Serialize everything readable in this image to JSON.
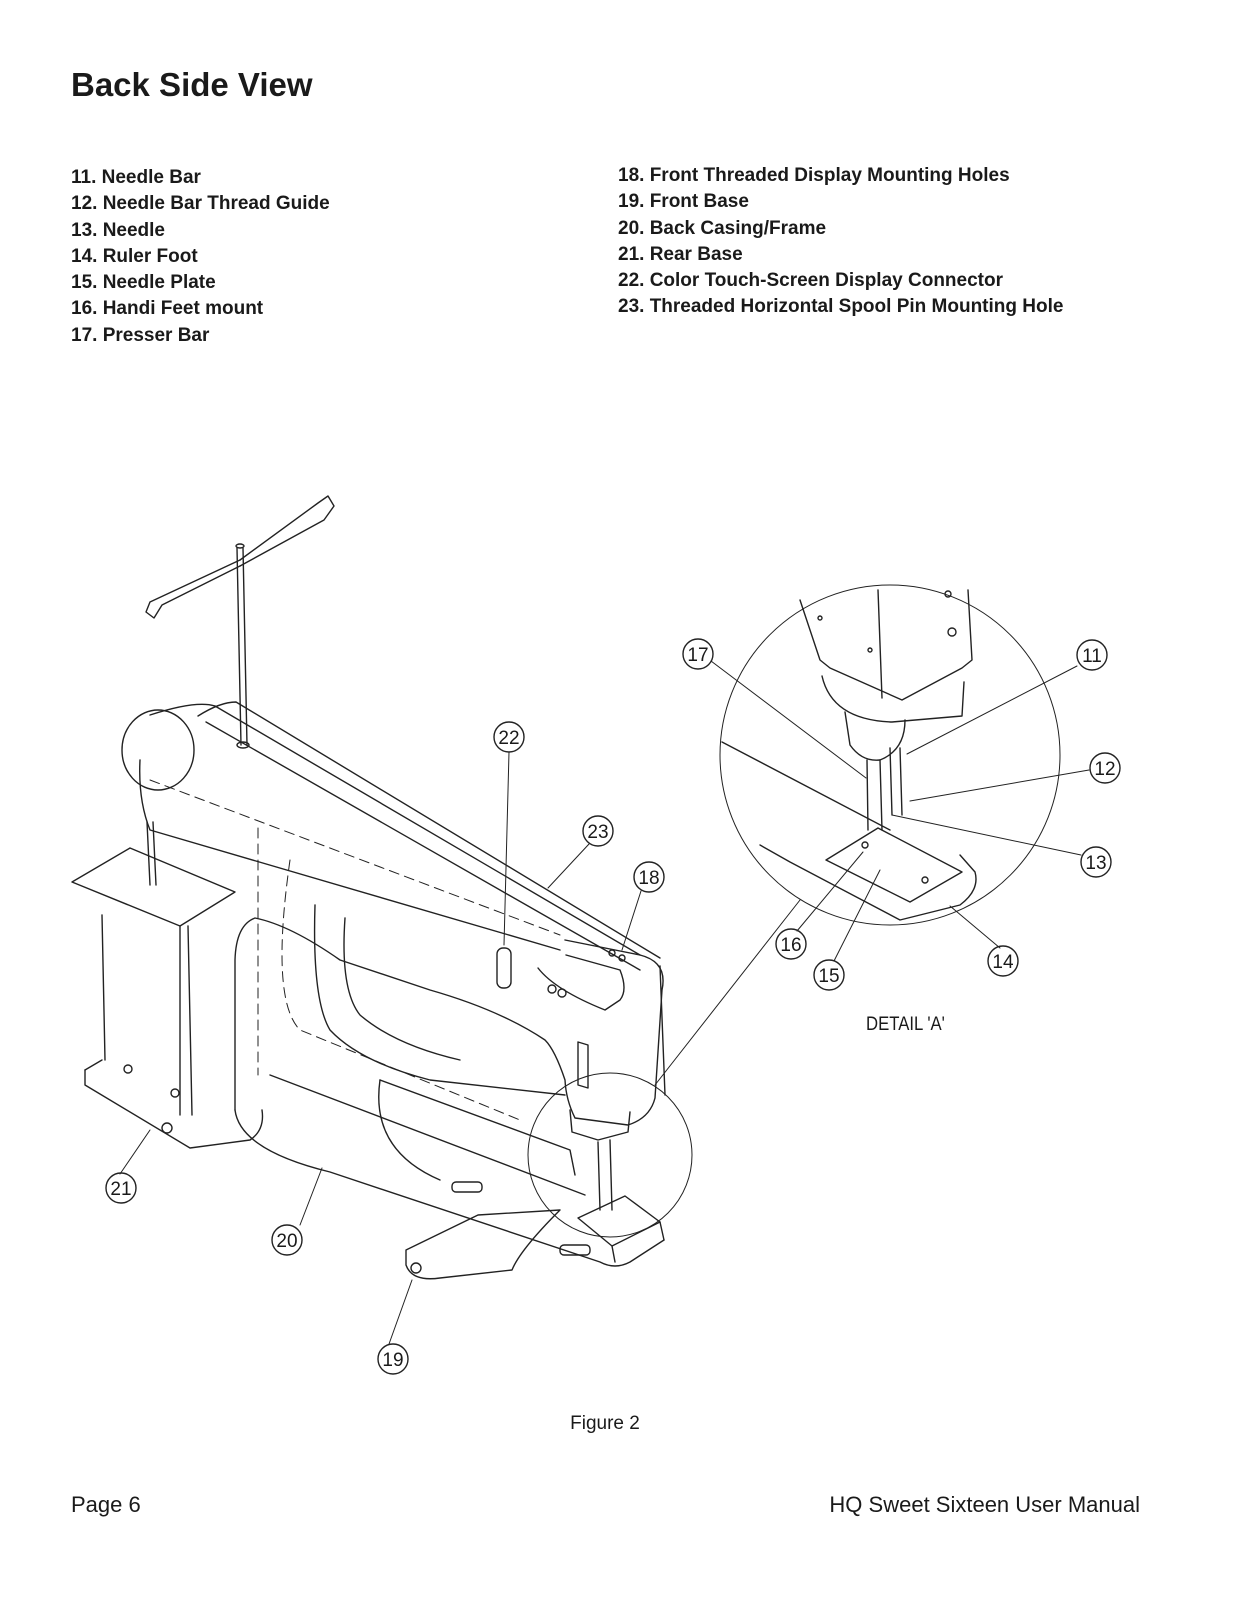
{
  "page": {
    "title": "Back Side View",
    "parts_left": [
      "11. Needle Bar",
      "12. Needle Bar Thread Guide",
      "13. Needle",
      "14. Ruler Foot",
      "15. Needle Plate",
      "16. Handi Feet mount",
      "17. Presser Bar"
    ],
    "parts_right": [
      "18. Front Threaded Display Mounting Holes",
      "19. Front Base",
      "20. Back Casing/Frame",
      "21. Rear Base",
      "22. Color Touch-Screen Display Connector",
      "23. Threaded Horizontal Spool Pin Mounting Hole"
    ]
  },
  "figure": {
    "callouts": [
      "11",
      "12",
      "13",
      "14",
      "15",
      "16",
      "17",
      "18",
      "19",
      "20",
      "21",
      "22",
      "23"
    ],
    "detail_label": "DETAIL 'A'",
    "caption": "Figure 2"
  },
  "footer": {
    "page_number": "Page 6",
    "manual_title": "HQ Sweet Sixteen User Manual"
  }
}
